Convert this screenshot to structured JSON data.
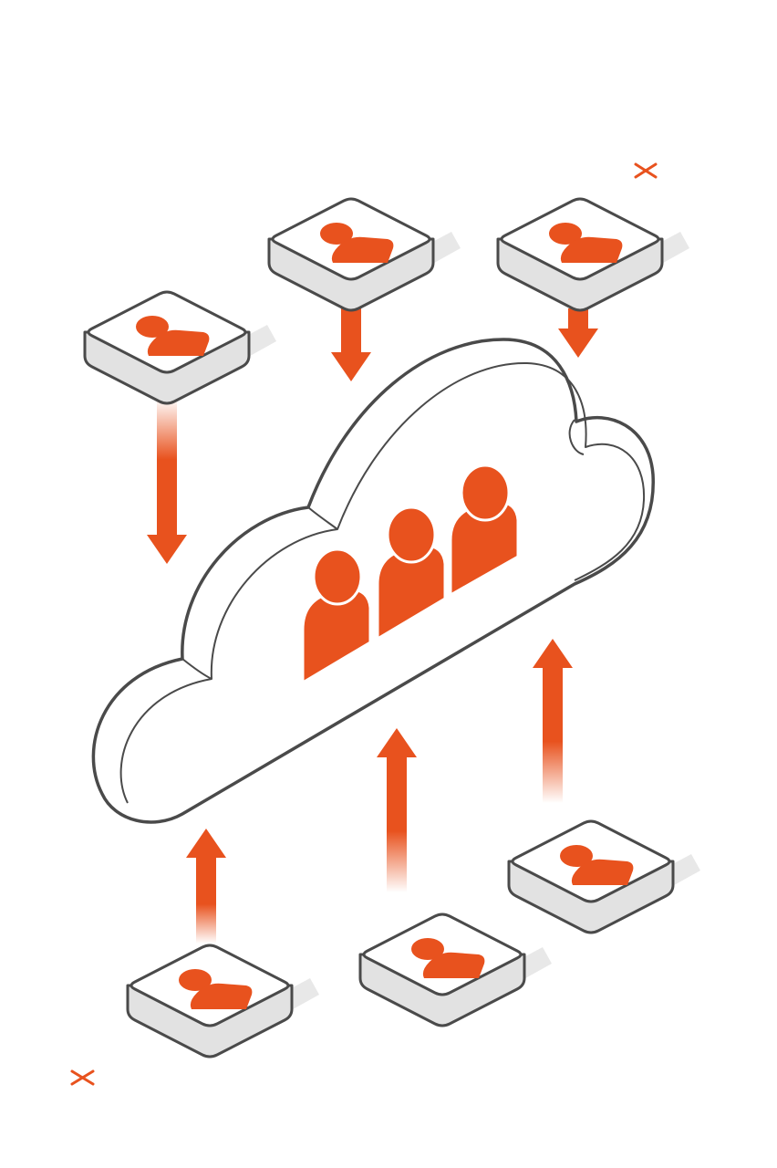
{
  "illustration": {
    "subject": "cloud-user-sync",
    "colors": {
      "accent": "#E8521E",
      "outline": "#4A4A4A",
      "tile_top": "#FFFFFF",
      "tile_side": "#E2E2E2",
      "shadow": "#E6E6E6",
      "background": "#FFFFFF"
    },
    "cloud": {
      "icon": "user-group-icon",
      "people_count": 3
    },
    "tiles": [
      {
        "icon": "user-icon",
        "flow": "down"
      },
      {
        "icon": "user-icon",
        "flow": "down"
      },
      {
        "icon": "user-icon",
        "flow": "down"
      },
      {
        "icon": "user-icon",
        "flow": "up"
      },
      {
        "icon": "user-icon",
        "flow": "up"
      },
      {
        "icon": "user-icon",
        "flow": "up"
      }
    ],
    "decorations": [
      "cross-mark-icon",
      "cross-mark-icon"
    ]
  }
}
